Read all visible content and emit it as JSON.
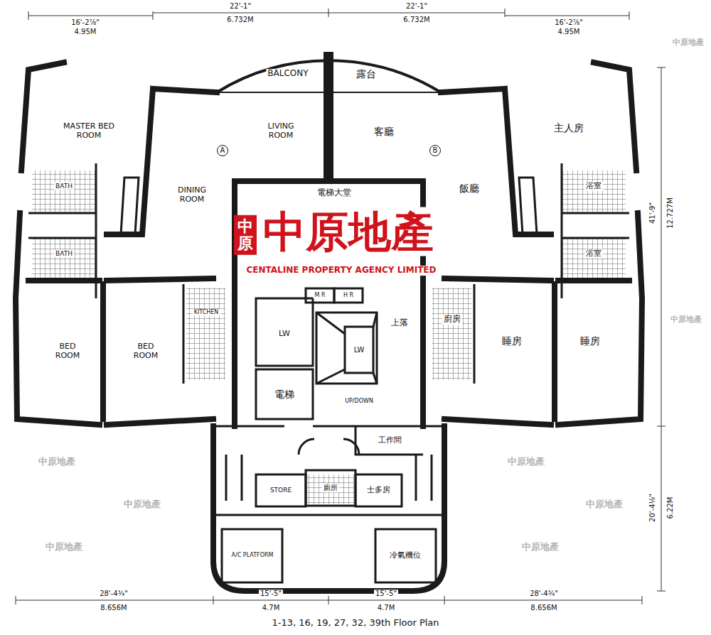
{
  "diagram": {
    "caption": "1-13, 16, 19, 27, 32, 39th Floor Plan",
    "labels": [
      "16'-2⅞\"",
      "4.95M",
      "22'-1\"",
      "6.732M",
      "22'-1\"",
      "6.732M",
      "16'-2⅞\"",
      "4.95M",
      "BALCONY",
      "露台",
      "MASTER BED ROOM",
      "LIVING ROOM",
      "A",
      "客廳",
      "B",
      "主人房",
      "BATH",
      "DINING ROOM",
      "浴室",
      "飯廳",
      "BATH",
      "浴室",
      "電梯大堂",
      "中原",
      "中原地產",
      "CENTALINE PROPERTY AGENCY LIMITED",
      "M R",
      "H R",
      "上落",
      "KITCHEN",
      "LW",
      "LW",
      "廚房",
      "BED ROOM",
      "BED ROOM",
      "睡房",
      "睡房",
      "電梯",
      "UP/DOWN",
      "工作間",
      "STORE",
      "廁所",
      "士多房",
      "A/C PLATFORM",
      "冷氣機位",
      "41'-9\"",
      "12.727M",
      "20'-4⅛\"",
      "6.22M",
      "28'-4¾\"",
      "8.656M",
      "15'-5\"",
      "4.7M",
      "15'-5\"",
      "4.7M",
      "28'-4¾\"",
      "8.656M",
      "中原地產",
      "中原地產",
      "中原地產",
      "中原地產",
      "中原地產",
      "中原地產",
      "中原地產",
      "中原地產"
    ]
  }
}
